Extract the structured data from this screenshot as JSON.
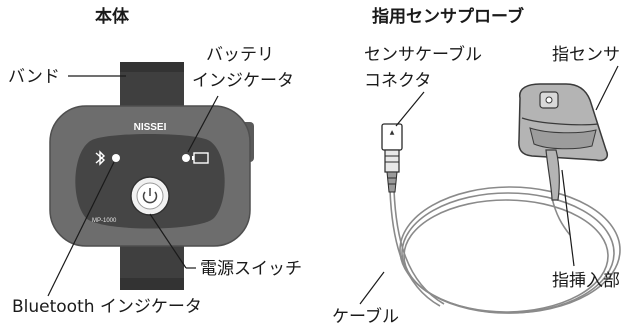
{
  "headings": {
    "main_unit": "本体",
    "finger_probe": "指用センサプローブ"
  },
  "main_unit": {
    "brand": "NISSEI",
    "model": "MP-1000",
    "labels": {
      "band": "バンド",
      "battery_line1": "バッテリ",
      "battery_line2": "インジケータ",
      "power_switch": "電源スイッチ",
      "bluetooth_indicator": "Bluetooth インジケータ"
    },
    "colors": {
      "housing": "#6d6d6d",
      "face_panel": "#454545",
      "band": "#3f3f3f",
      "led": "#ffffff"
    }
  },
  "probe": {
    "labels": {
      "connector_line1": "センサケーブル",
      "connector_line2": "コネクタ",
      "finger_sensor": "指センサ",
      "finger_insert": "指挿入部",
      "cable": "ケーブル"
    },
    "colors": {
      "sensor_body": "#b4b4b4",
      "cable": "#8a8a8a"
    }
  }
}
